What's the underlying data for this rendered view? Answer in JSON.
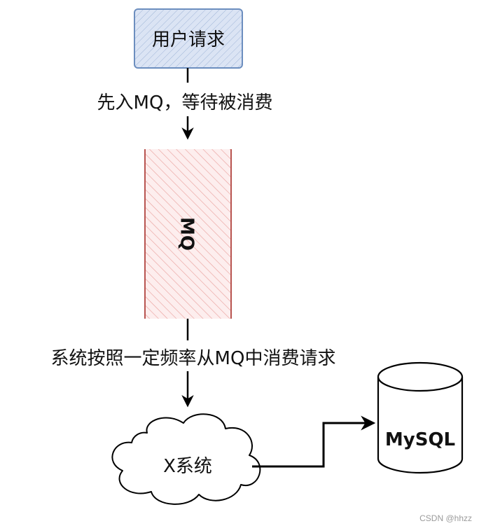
{
  "nodes": {
    "request": {
      "label": "用户请求"
    },
    "queue": {
      "label": "MQ"
    },
    "system": {
      "label": "X系统"
    },
    "database": {
      "label": "MySQL"
    }
  },
  "edges": {
    "request_to_queue": {
      "label": "先入MQ，等待被消费"
    },
    "queue_to_system": {
      "label": "系统按照一定频率从MQ中消费请求"
    }
  },
  "colors": {
    "request_fill": "#dbe4f4",
    "request_stroke": "#6c8ebf",
    "queue_fill": "#f8cecc",
    "queue_stroke": "#b85450",
    "line": "#000000"
  },
  "watermark": "CSDN @hhzz"
}
